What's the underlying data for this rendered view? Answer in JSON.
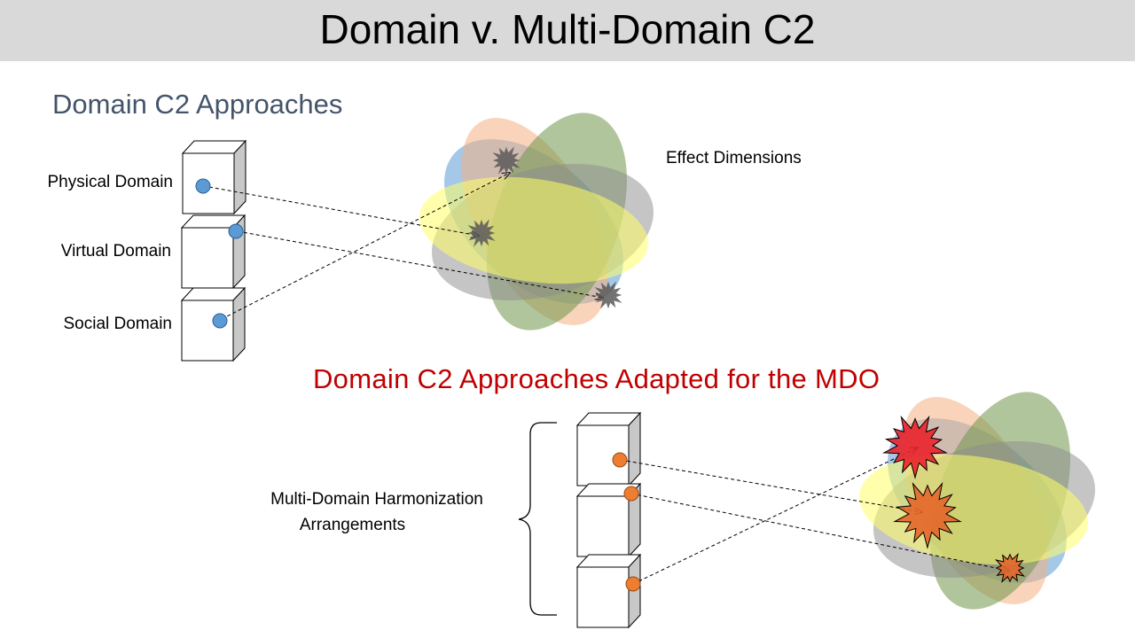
{
  "slide": {
    "title": "Domain v. Multi-Domain C2"
  },
  "top_section": {
    "heading": "Domain C2 Approaches",
    "domains": [
      {
        "label": "Physical Domain"
      },
      {
        "label": "Virtual Domain"
      },
      {
        "label": "Social Domain"
      }
    ],
    "effects_label": "Effect Dimensions"
  },
  "bottom_section": {
    "heading": "Domain C2 Approaches Adapted for the MDO",
    "group_label_line1": "Multi-Domain Harmonization",
    "group_label_line2": "Arrangements"
  },
  "colors": {
    "title_bar": "#d9d9d9",
    "heading_top": "#44546a",
    "heading_bottom": "#c00000",
    "dot_blue": "#5b9bd5",
    "dot_orange": "#ed7d31",
    "petal_blue": "#5b9bd5",
    "petal_orange": "#f4b183",
    "petal_green": "#70954a",
    "petal_gray": "#8c8c8c",
    "petal_yellow": "#ffff66",
    "burst_gray": "#595959",
    "burst_red": "#e8242b",
    "burst_orange": "#e4662a"
  }
}
